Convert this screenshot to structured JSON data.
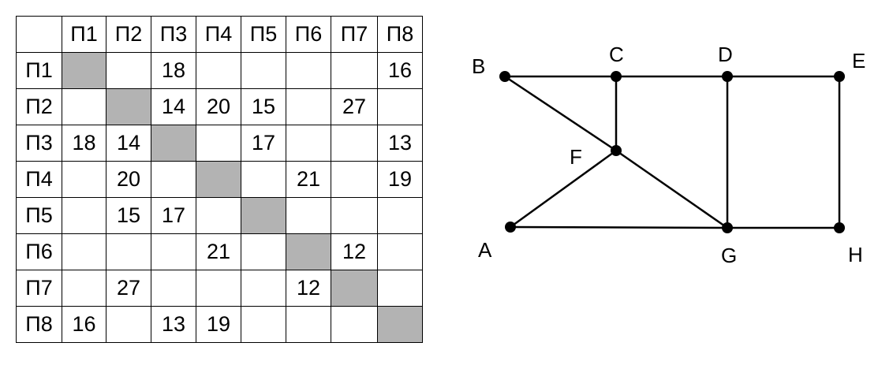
{
  "table": {
    "headers": [
      "",
      "П1",
      "П2",
      "П3",
      "П4",
      "П5",
      "П6",
      "П7",
      "П8"
    ],
    "rows": [
      {
        "label": "П1",
        "cells": [
          "",
          "",
          "18",
          "",
          "",
          "",
          "",
          "16"
        ]
      },
      {
        "label": "П2",
        "cells": [
          "",
          "",
          "14",
          "20",
          "15",
          "",
          "27",
          ""
        ]
      },
      {
        "label": "П3",
        "cells": [
          "18",
          "14",
          "",
          "",
          "17",
          "",
          "",
          "13"
        ]
      },
      {
        "label": "П4",
        "cells": [
          "",
          "20",
          "",
          "",
          "",
          "21",
          "",
          "19"
        ]
      },
      {
        "label": "П5",
        "cells": [
          "",
          "15",
          "17",
          "",
          "",
          "",
          "",
          ""
        ]
      },
      {
        "label": "П6",
        "cells": [
          "",
          "",
          "",
          "21",
          "",
          "",
          "12",
          ""
        ]
      },
      {
        "label": "П7",
        "cells": [
          "",
          "27",
          "",
          "",
          "",
          "12",
          "",
          ""
        ]
      },
      {
        "label": "П8",
        "cells": [
          "16",
          "",
          "13",
          "19",
          "",
          "",
          "",
          ""
        ]
      }
    ],
    "diagonal_color": "#b3b3b3"
  },
  "graph": {
    "nodes": [
      "A",
      "B",
      "C",
      "D",
      "E",
      "F",
      "G",
      "H"
    ],
    "edges": [
      [
        "B",
        "C"
      ],
      [
        "C",
        "D"
      ],
      [
        "D",
        "E"
      ],
      [
        "E",
        "H"
      ],
      [
        "D",
        "G"
      ],
      [
        "G",
        "H"
      ],
      [
        "A",
        "G"
      ],
      [
        "A",
        "F"
      ],
      [
        "C",
        "F"
      ],
      [
        "B",
        "F"
      ],
      [
        "F",
        "G"
      ]
    ]
  }
}
